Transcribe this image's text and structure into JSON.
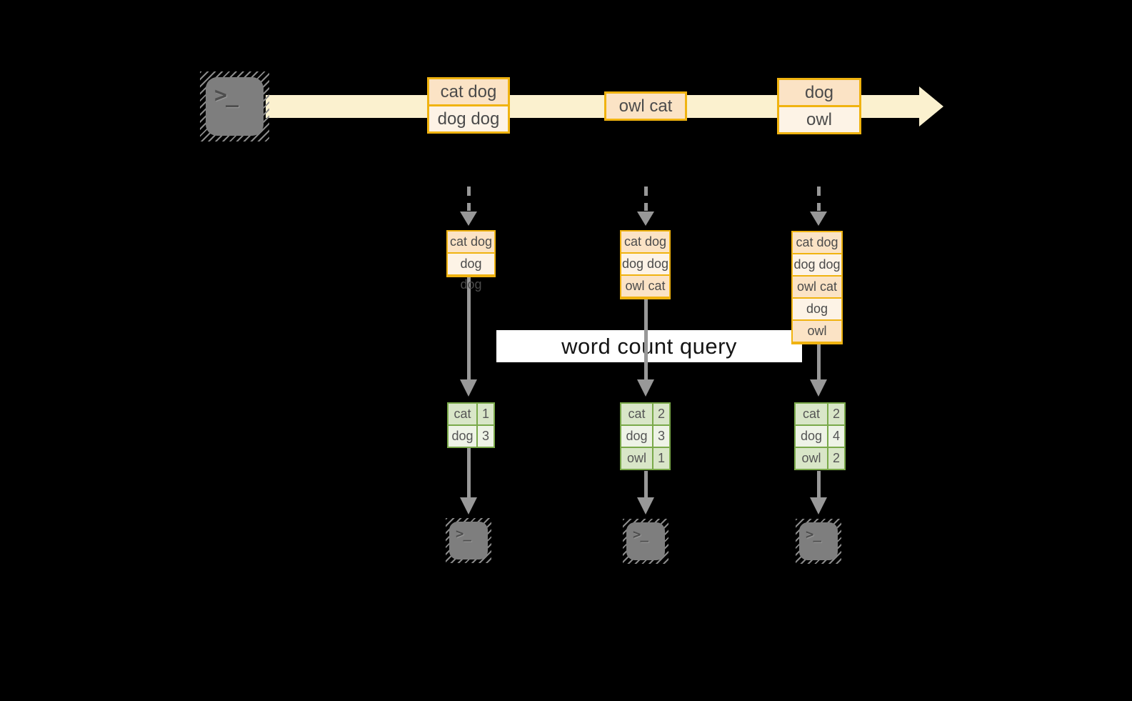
{
  "diagram": {
    "query_label": "word count query",
    "terminal_glyph": ">_",
    "stream_events": [
      {
        "rows": [
          "cat dog",
          "dog dog"
        ]
      },
      {
        "rows": [
          "owl cat"
        ]
      },
      {
        "rows": [
          "dog",
          "owl"
        ]
      }
    ],
    "columns": [
      {
        "batch_rows": [
          "cat dog",
          "dog dog"
        ],
        "counts": [
          {
            "word": "cat",
            "count": "1"
          },
          {
            "word": "dog",
            "count": "3"
          }
        ]
      },
      {
        "batch_rows": [
          "cat dog",
          "dog dog",
          "owl cat"
        ],
        "counts": [
          {
            "word": "cat",
            "count": "2"
          },
          {
            "word": "dog",
            "count": "3"
          },
          {
            "word": "owl",
            "count": "1"
          }
        ]
      },
      {
        "batch_rows": [
          "cat dog",
          "dog dog",
          "owl cat",
          "dog",
          "owl"
        ],
        "counts": [
          {
            "word": "cat",
            "count": "2"
          },
          {
            "word": "dog",
            "count": "4"
          },
          {
            "word": "owl",
            "count": "2"
          }
        ]
      }
    ],
    "colors": {
      "stream_band": "#fbf1cf",
      "event_border": "#f0b310",
      "event_fill_a": "#fbe3c5",
      "event_fill_b": "#fdf3e6",
      "table_border": "#7aa94a",
      "table_fill_a": "#d9e6c8",
      "table_fill_b": "#eef3e6",
      "arrow_gray": "#989898"
    }
  }
}
